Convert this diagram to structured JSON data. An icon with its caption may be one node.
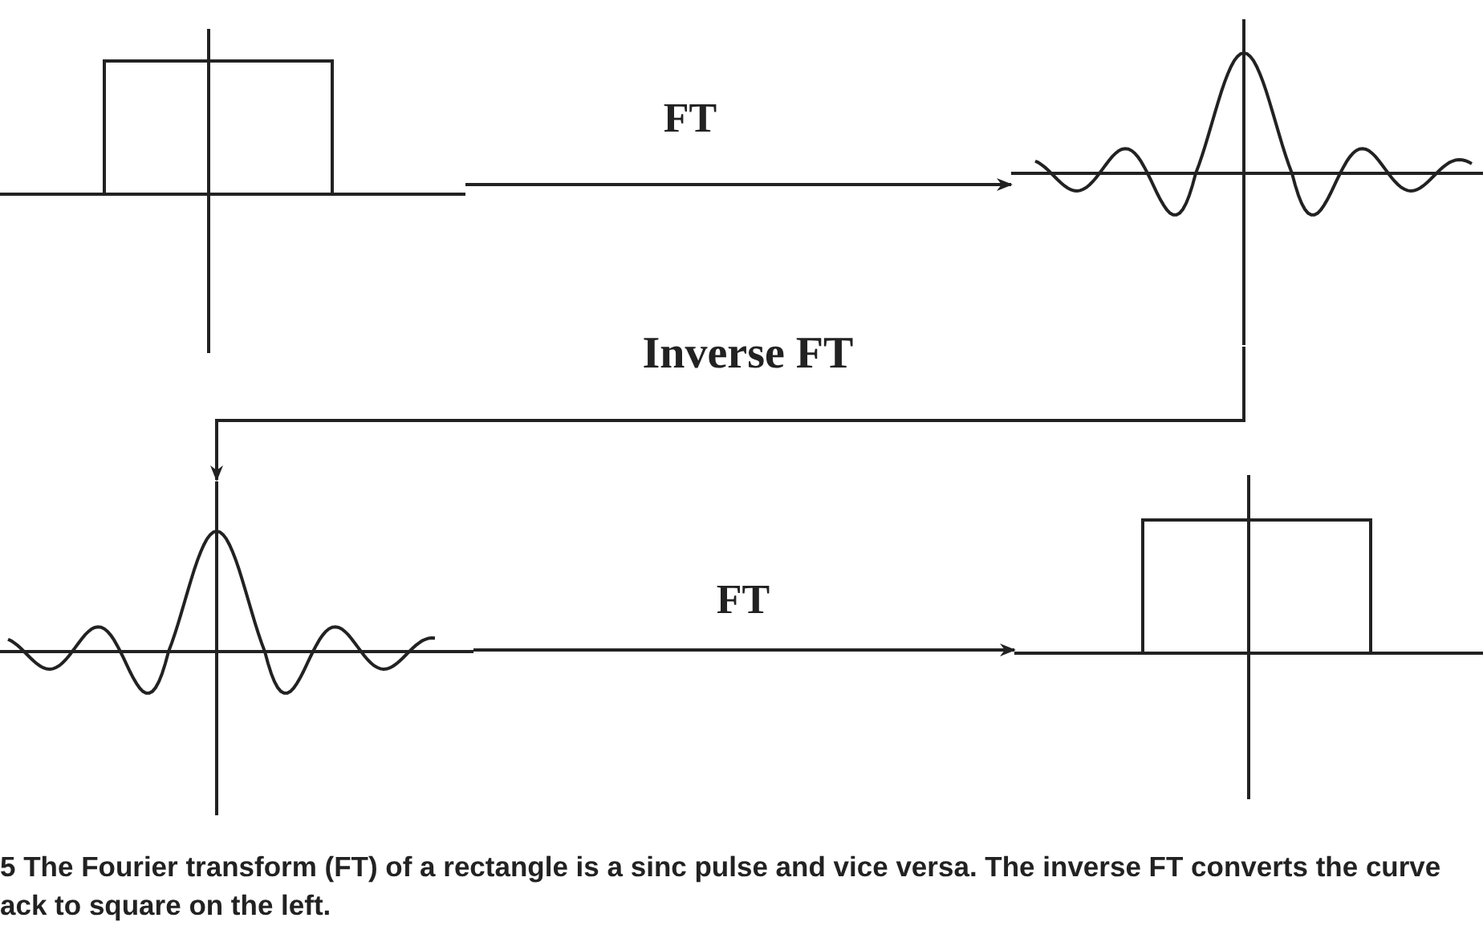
{
  "diagram": {
    "caption": "5 The Fourier transform (FT) of a rectangle is a sinc pulse and vice versa. The inverse FT converts the curve ack to square on the left.",
    "nodes": [
      {
        "text": [],
        "shape": "picture"
      },
      {
        "text": [],
        "shape": "picture"
      },
      {
        "text": [],
        "shape": "picture"
      },
      {
        "text": [],
        "shape": "picture"
      }
    ],
    "edges": [
      {
        "from": 0,
        "to": 1,
        "arrow": "to",
        "label": "FT"
      },
      {
        "from": 1,
        "to": 2,
        "arrow": "to",
        "label": "Inverse FT"
      },
      {
        "from": 2,
        "to": 3,
        "arrow": "to",
        "label": "FT"
      }
    ]
  }
}
